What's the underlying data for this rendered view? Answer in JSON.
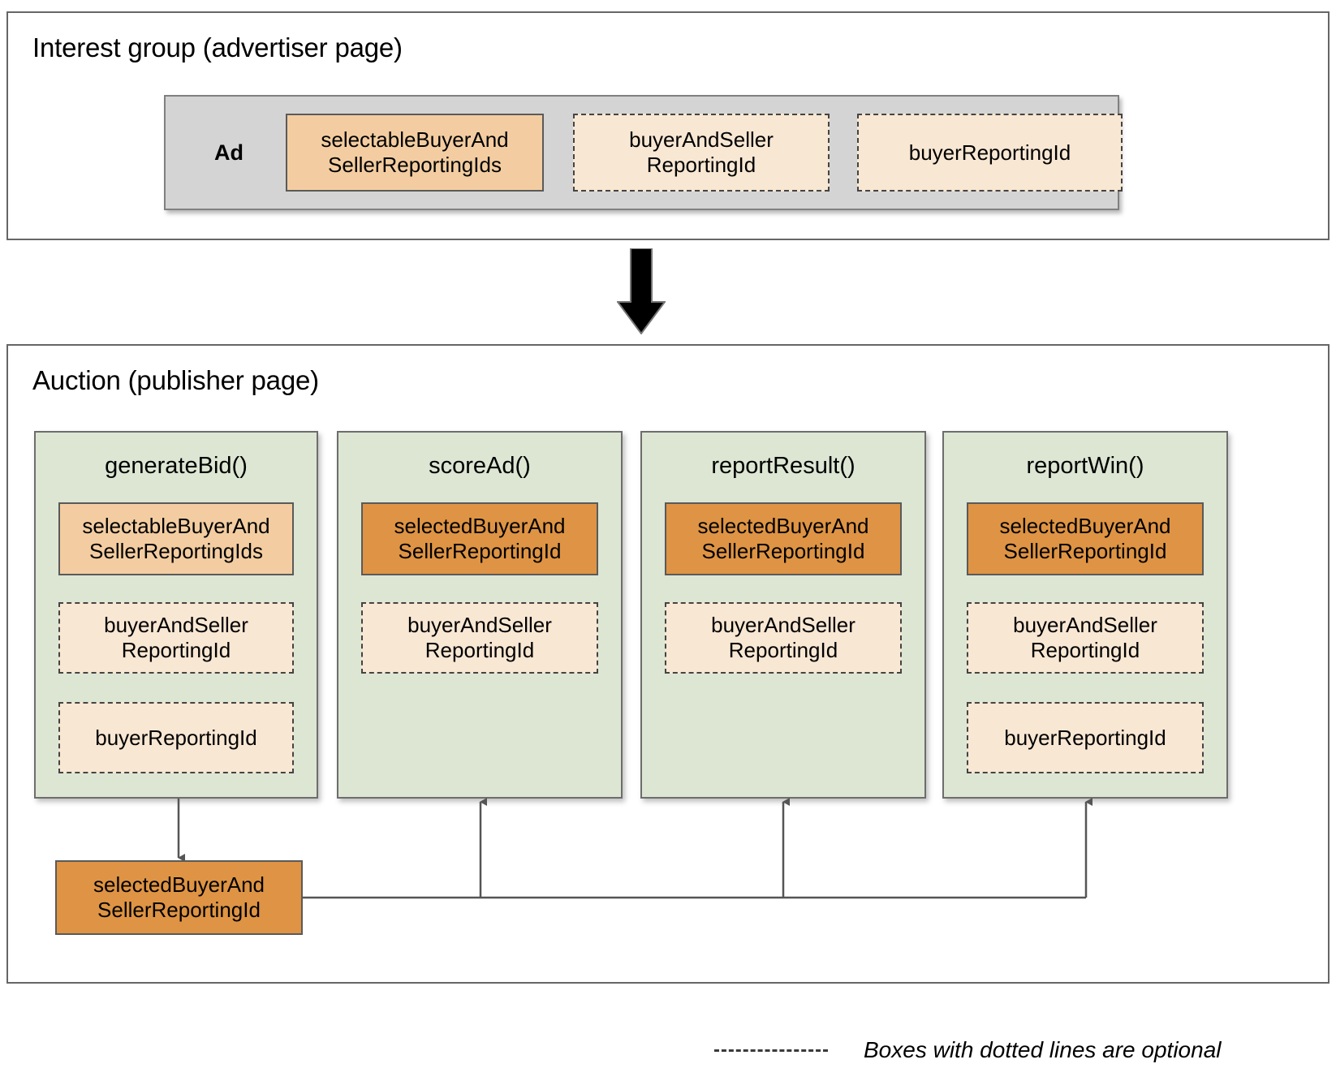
{
  "diagram": {
    "title_top": "Interest group (advertiser page)",
    "title_bottom": "Auction (publisher page)"
  },
  "interest_group": {
    "title": "Interest group (advertiser page)",
    "ad": {
      "label": "Ad",
      "fields": [
        {
          "name": "selectableBuyerAnd\nSellerReportingIds",
          "style": "solid-light",
          "optional": false
        },
        {
          "name": "buyerAndSeller\nReportingId",
          "style": "dashed",
          "optional": true
        },
        {
          "name": "buyerReportingId",
          "style": "dashed",
          "optional": true
        }
      ]
    }
  },
  "auction": {
    "title": "Auction (publisher page)",
    "functions": [
      {
        "name": "generateBid()",
        "fields": [
          {
            "name": "selectableBuyerAnd\nSellerReportingIds",
            "style": "solid-light",
            "optional": false
          },
          {
            "name": "buyerAndSeller\nReportingId",
            "style": "dashed",
            "optional": true
          },
          {
            "name": "buyerReportingId",
            "style": "dashed",
            "optional": true
          }
        ]
      },
      {
        "name": "scoreAd()",
        "fields": [
          {
            "name": "selectedBuyerAnd\nSellerReportingId",
            "style": "solid-dark",
            "optional": false
          },
          {
            "name": "buyerAndSeller\nReportingId",
            "style": "dashed",
            "optional": true
          }
        ]
      },
      {
        "name": "reportResult()",
        "fields": [
          {
            "name": "selectedBuyerAnd\nSellerReportingId",
            "style": "solid-dark",
            "optional": false
          },
          {
            "name": "buyerAndSeller\nReportingId",
            "style": "dashed",
            "optional": true
          }
        ]
      },
      {
        "name": "reportWin()",
        "fields": [
          {
            "name": "selectedBuyerAnd\nSellerReportingId",
            "style": "solid-dark",
            "optional": false
          },
          {
            "name": "buyerAndSeller\nReportingId",
            "style": "dashed",
            "optional": true
          },
          {
            "name": "buyerReportingId",
            "style": "dashed",
            "optional": true
          }
        ]
      }
    ],
    "result_box": {
      "name": "selectedBuyerAnd\nSellerReportingId",
      "style": "solid-dark"
    }
  },
  "legend": {
    "text": "Boxes with dotted lines are optional"
  },
  "colors": {
    "solid_dark_orange": "#de9444",
    "solid_light_orange": "#f3cda1",
    "dashed_pale_orange": "#f8e7d3",
    "function_green": "#dce6d3",
    "ad_gray": "#d4d4d4",
    "border_gray": "#5a5a5a",
    "panel_border": "#666666"
  }
}
